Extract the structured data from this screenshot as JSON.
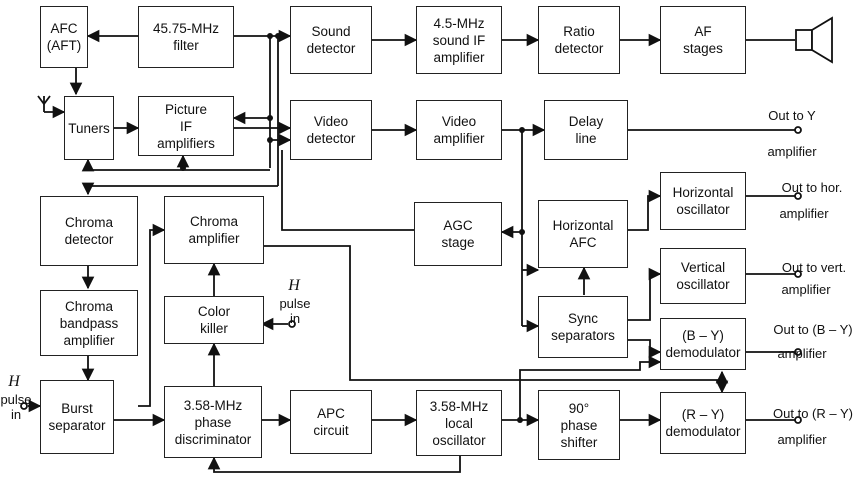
{
  "blocks": {
    "afc": "AFC\n(AFT)",
    "filter_4575": "45.75-MHz\nfilter",
    "sound_detector": "Sound\ndetector",
    "sound_if_amp": "4.5-MHz\nsound IF\namplifier",
    "ratio_detector": "Ratio\ndetector",
    "af_stages": "AF\nstages",
    "tuners": "Tuners",
    "picture_if": "Picture\nIF\namplifiers",
    "video_detector": "Video\ndetector",
    "video_amplifier": "Video\namplifier",
    "delay_line": "Delay\nline",
    "chroma_detector": "Chroma\ndetector",
    "chroma_amplifier": "Chroma\namplifier",
    "agc_stage": "AGC\nstage",
    "horizontal_afc": "Horizontal\nAFC",
    "horizontal_osc": "Horizontal\noscillator",
    "chroma_bandpass": "Chroma\nbandpass\namplifier",
    "color_killer": "Color\nkiller",
    "vertical_osc": "Vertical\noscillator",
    "sync_separators": "Sync\nseparators",
    "by_demod": "(B – Y)\ndemodulator",
    "burst_separator": "Burst\nseparator",
    "phase_disc": "3.58-MHz\nphase\ndiscriminator",
    "apc_circuit": "APC\ncircuit",
    "local_osc": "3.58-MHz\nlocal\noscillator",
    "phase_shifter": "90°\nphase\nshifter",
    "ry_demod": "(R – Y)\ndemodulator"
  },
  "labels": {
    "out_y": "Out to Y",
    "out_y_amp": "amplifier",
    "out_hor": "Out to hor.",
    "out_hor_amp": "amplifier",
    "out_vert": "Out to vert.",
    "out_vert_amp": "amplifier",
    "out_by": "Out to (B – Y)",
    "out_by_amp": "amplifier",
    "out_ry": "Out to (R – Y)",
    "out_ry_amp": "amplifier",
    "h_pulse_mid": "H",
    "h_pulse_mid_rest": "pulse\nin",
    "h_pulse_left": "H",
    "h_pulse_left_rest": "pulse\nin"
  }
}
